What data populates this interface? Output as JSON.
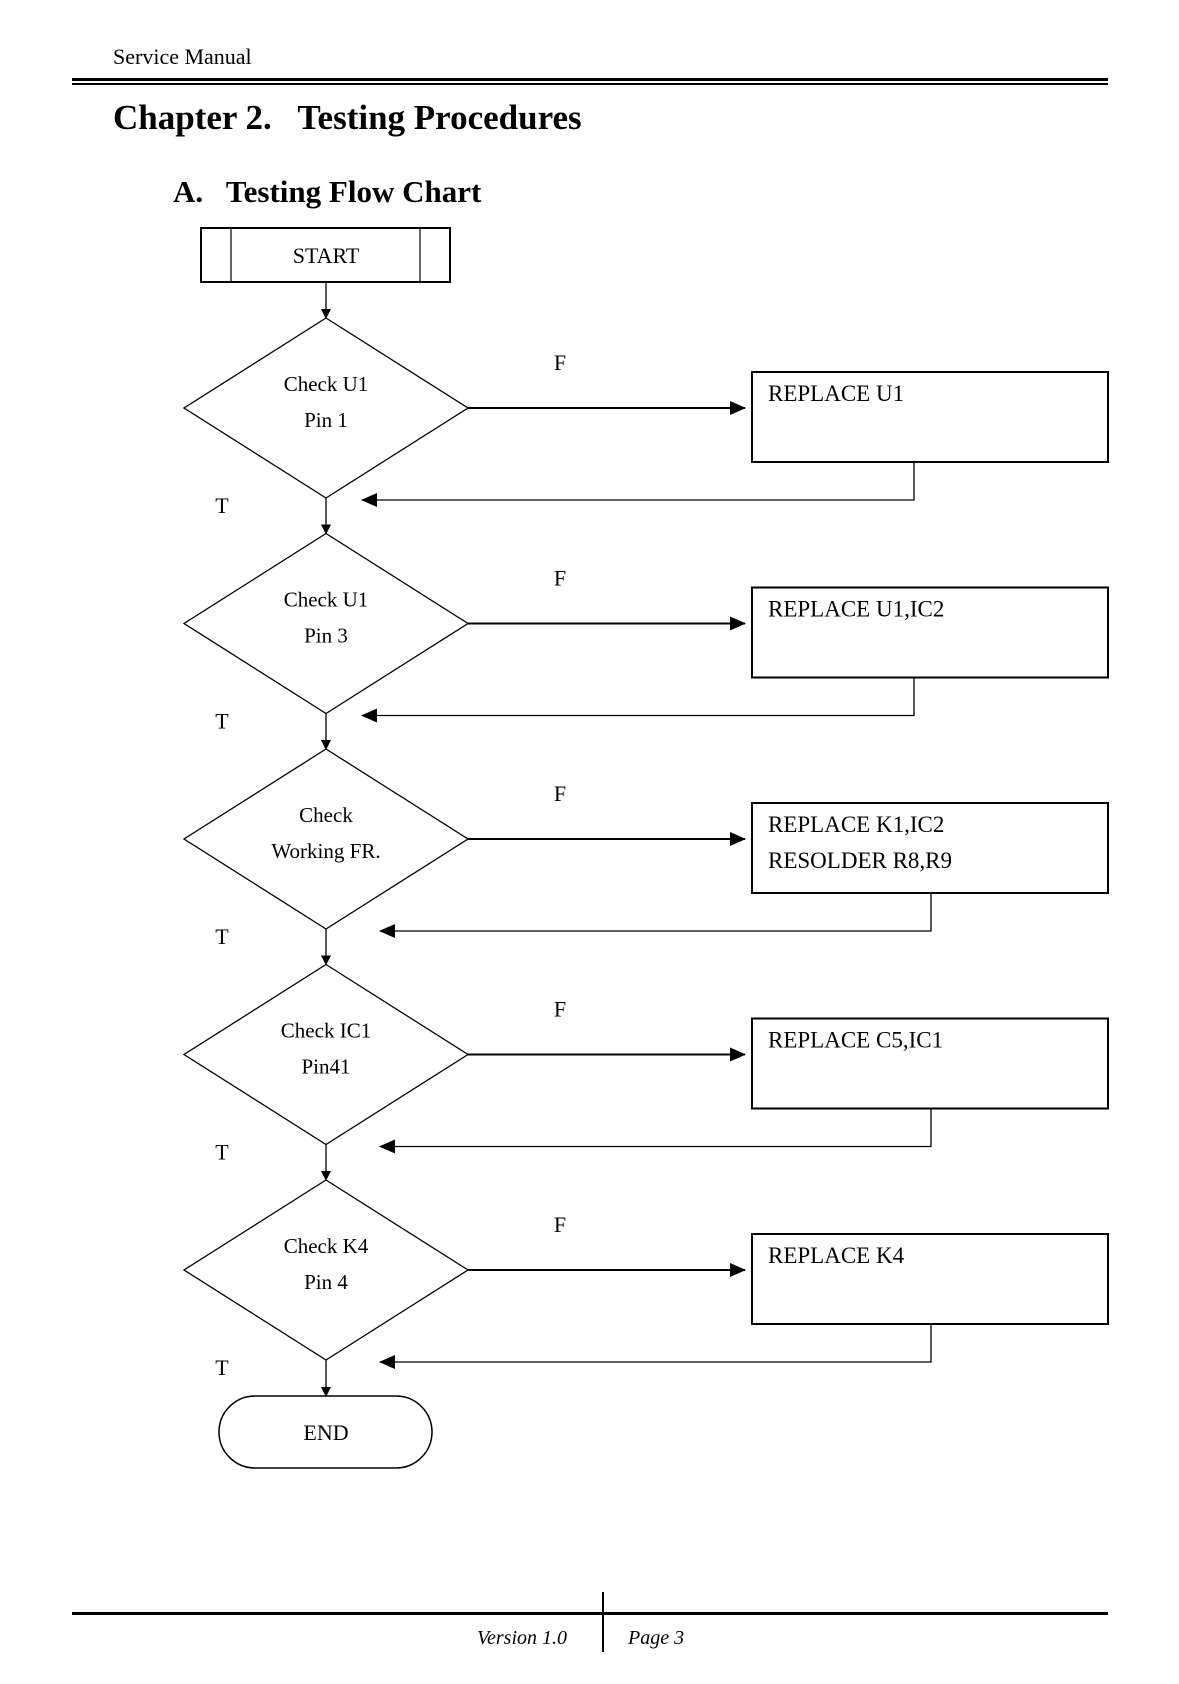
{
  "header": {
    "title": "Service Manual"
  },
  "chapter": {
    "title": "Chapter 2.   Testing Procedures"
  },
  "section": {
    "title": "A.   Testing Flow Chart"
  },
  "flow": {
    "start": "START",
    "end": "END",
    "true_label": "T",
    "false_label": "F",
    "steps": [
      {
        "check": [
          "Check U1",
          "Pin 1"
        ],
        "action": [
          "REPLACE U1"
        ]
      },
      {
        "check": [
          "Check U1",
          "Pin 3"
        ],
        "action": [
          "REPLACE U1,IC2"
        ]
      },
      {
        "check": [
          "Check",
          "Working FR."
        ],
        "action": [
          "REPLACE K1,IC2",
          "RESOLDER R8,R9"
        ]
      },
      {
        "check": [
          "Check IC1",
          "Pin41"
        ],
        "action": [
          "REPLACE C5,IC1"
        ]
      },
      {
        "check": [
          "Check K4",
          "Pin 4"
        ],
        "action": [
          "REPLACE K4"
        ]
      }
    ]
  },
  "footer": {
    "version": "Version 1.0",
    "page": "Page 3"
  }
}
